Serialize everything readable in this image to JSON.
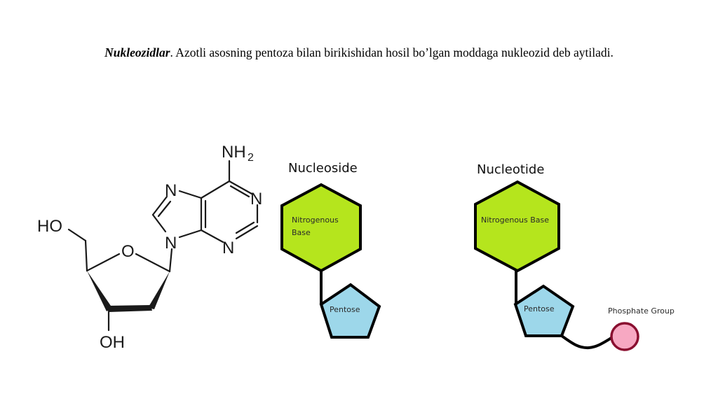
{
  "caption": {
    "term": "Nukleozidlar",
    "text": ". Azotli asosning pentoza bilan birikishidan hosil bo’lgan moddaga nukleozid deb aytiladi."
  },
  "molecule": {
    "name": "deoxyadenosine structure",
    "labels": {
      "nh2_main": "NH",
      "nh2_sub": "2",
      "n7": "N",
      "n1": "N",
      "n9": "N",
      "n3": "N",
      "ring_o": "O",
      "ho": "HO",
      "oh": "OH"
    }
  },
  "nucleoside": {
    "title": "Nucleoside",
    "base_label_line1": "Nitrogenous",
    "base_label_line2": "Base",
    "sugar_label": "Pentose"
  },
  "nucleotide": {
    "title": "Nucleotide",
    "base_label": "Nitrogenous Base",
    "sugar_label": "Pentose",
    "phosphate_label": "Phosphate Group"
  },
  "colors": {
    "base_fill": "#b5e51d",
    "sugar_fill": "#9dd7ea",
    "phosphate_fill": "#f7a8c2",
    "phosphate_stroke": "#8a0f30",
    "outline": "#000000"
  }
}
